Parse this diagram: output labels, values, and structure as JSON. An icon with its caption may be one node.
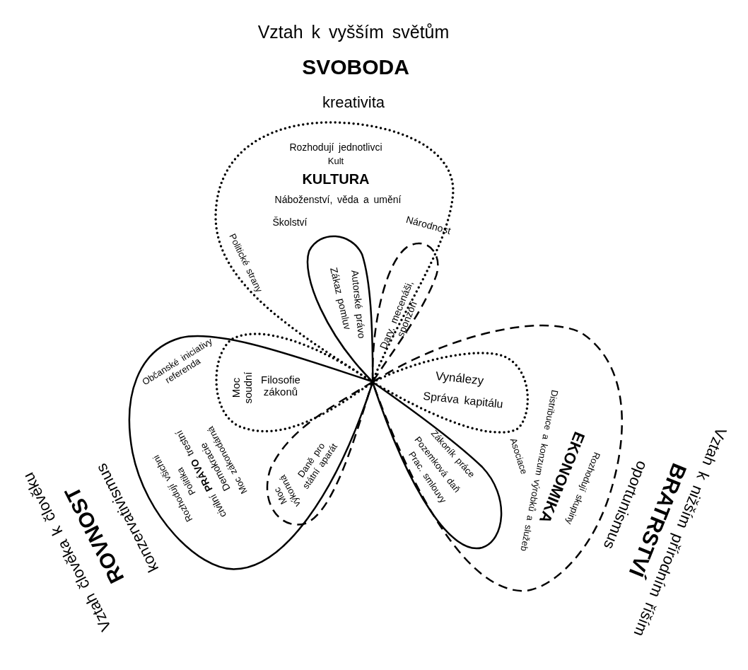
{
  "diagram": {
    "nodes": [
      {
        "text": [
          "Rozhodují jednotlivci",
          "Kult",
          "KULTURA",
          "Náboženství, věda a umění",
          "Školství",
          "Národnost",
          "Politické strany"
        ]
      },
      {
        "text": [
          "Autorské právo",
          "Zákaz pomluv"
        ],
        "in": 0
      },
      {
        "text": [
          "Dary, mecenáši, sponzoři"
        ],
        "in": 0
      },
      {
        "text": [
          "Občanské iniciativy referenda",
          "Moc zákonodárná",
          "Demokracie",
          "civilní **PRÁVO** trestní",
          "Politika",
          "Rozhodují všichni"
        ]
      },
      {
        "text": [
          "Filosofie zákonů",
          "Moc soudní"
        ],
        "in": 3
      },
      {
        "text": [
          "Daně pro státní aparát",
          "Moc výkonná"
        ],
        "in": 3
      },
      {
        "text": [
          "Rozhodují skupiny",
          "EKONOMIKA",
          "Distribuce a konzum výrobků a služeb",
          "Asociace"
        ]
      },
      {
        "text": [
          "Vynálezy",
          "Správa kapitálu"
        ],
        "in": 6
      },
      {
        "text": [
          "Zákoník práce",
          "Pozemková daň",
          "Prac. smlouvy"
        ],
        "in": 6
      }
    ],
    "labels": [
      "Vztah k vyšším světům",
      "SVOBODA",
      "kreativita",
      "konzervativismus",
      "ROVNOST",
      "Vztah člověka k člověku",
      "oportunismus",
      "BRATRSTVÍ",
      "Vztah k nižším přírodním říším"
    ]
  }
}
